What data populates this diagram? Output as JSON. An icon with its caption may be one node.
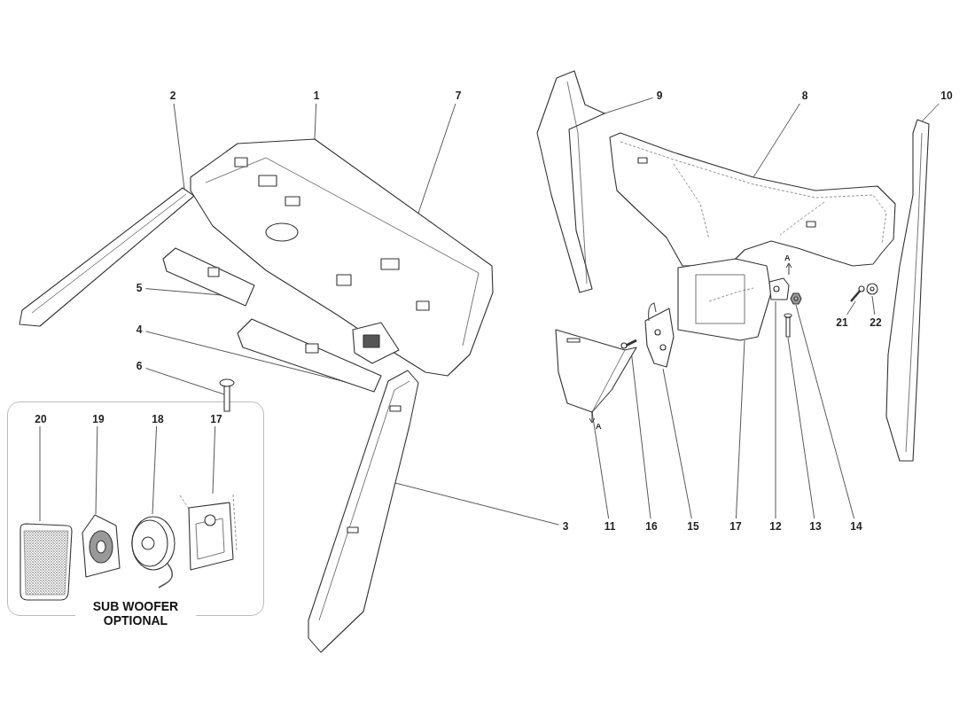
{
  "diagram": {
    "nodes": [
      {
        "text": [
          "SUB WOOFER OPTIONAL"
        ]
      },
      {
        "text": [
          "2"
        ]
      },
      {
        "text": [
          "1"
        ]
      },
      {
        "text": [
          "7"
        ]
      },
      {
        "text": [
          "9"
        ]
      },
      {
        "text": [
          "8"
        ]
      },
      {
        "text": [
          "10"
        ]
      },
      {
        "text": [
          "5"
        ]
      },
      {
        "text": [
          "4"
        ]
      },
      {
        "text": [
          "6"
        ]
      },
      {
        "text": [
          "21"
        ]
      },
      {
        "text": [
          "22"
        ]
      },
      {
        "text": [
          "20"
        ],
        "in": 0
      },
      {
        "text": [
          "19"
        ],
        "in": 0
      },
      {
        "text": [
          "18"
        ],
        "in": 0
      },
      {
        "text": [
          "17"
        ],
        "in": 0
      },
      {
        "text": [
          "3"
        ]
      },
      {
        "text": [
          "11"
        ]
      },
      {
        "text": [
          "16"
        ]
      },
      {
        "text": [
          "15"
        ]
      },
      {
        "text": [
          "17"
        ]
      },
      {
        "text": [
          "12"
        ]
      },
      {
        "text": [
          "13"
        ]
      },
      {
        "text": [
          "14"
        ]
      },
      {
        "text": [],
        "shape": "picture"
      },
      {
        "text": [],
        "shape": "picture"
      },
      {
        "text": [],
        "shape": "picture"
      },
      {
        "text": [],
        "shape": "picture"
      },
      {
        "text": [],
        "shape": "picture"
      },
      {
        "text": [],
        "shape": "picture"
      },
      {
        "text": [],
        "shape": "picture"
      },
      {
        "text": [],
        "shape": "picture"
      },
      {
        "text": [],
        "shape": "picture"
      },
      {
        "text": [],
        "shape": "picture"
      },
      {
        "text": [],
        "shape": "picture"
      },
      {
        "text": [],
        "shape": "picture",
        "in": 0
      },
      {
        "text": [],
        "shape": "picture",
        "in": 0
      },
      {
        "text": [],
        "shape": "picture",
        "in": 0
      },
      {
        "text": [],
        "shape": "picture",
        "in": 0
      },
      {
        "text": [],
        "shape": "picture"
      },
      {
        "text": [],
        "shape": "picture"
      },
      {
        "text": [],
        "shape": "picture"
      },
      {
        "text": [],
        "shape": "picture"
      },
      {
        "text": [],
        "shape": "picture"
      },
      {
        "text": [],
        "shape": "picture"
      },
      {
        "text": [],
        "shape": "picture"
      },
      {
        "text": [],
        "shape": "picture"
      }
    ],
    "edges": [
      {
        "from": 1,
        "to": 24,
        "arrow": "none"
      },
      {
        "from": 2,
        "to": 25,
        "arrow": "none"
      },
      {
        "from": 3,
        "to": 26,
        "arrow": "none"
      },
      {
        "from": 4,
        "to": 27,
        "arrow": "none"
      },
      {
        "from": 5,
        "to": 28,
        "arrow": "none"
      },
      {
        "from": 6,
        "to": 29,
        "arrow": "none"
      },
      {
        "from": 7,
        "to": 30,
        "arrow": "none"
      },
      {
        "from": 8,
        "to": 31,
        "arrow": "none"
      },
      {
        "from": 9,
        "to": 32,
        "arrow": "none"
      },
      {
        "from": 10,
        "to": 33,
        "arrow": "none"
      },
      {
        "from": 11,
        "to": 34,
        "arrow": "none"
      },
      {
        "from": 12,
        "to": 35,
        "arrow": "none"
      },
      {
        "from": 13,
        "to": 36,
        "arrow": "none"
      },
      {
        "from": 14,
        "to": 37,
        "arrow": "none"
      },
      {
        "from": 15,
        "to": 38,
        "arrow": "none"
      },
      {
        "from": 16,
        "to": 39,
        "arrow": "none"
      },
      {
        "from": 17,
        "to": 40,
        "arrow": "none"
      },
      {
        "from": 18,
        "to": 41,
        "arrow": "none"
      },
      {
        "from": 19,
        "to": 42,
        "arrow": "none"
      },
      {
        "from": 20,
        "to": 43,
        "arrow": "none"
      },
      {
        "from": 21,
        "to": 44,
        "arrow": "none"
      },
      {
        "from": 22,
        "to": 45,
        "arrow": "none"
      },
      {
        "from": 23,
        "to": 46,
        "arrow": "none"
      }
    ],
    "labels": [
      "A",
      "A"
    ]
  }
}
